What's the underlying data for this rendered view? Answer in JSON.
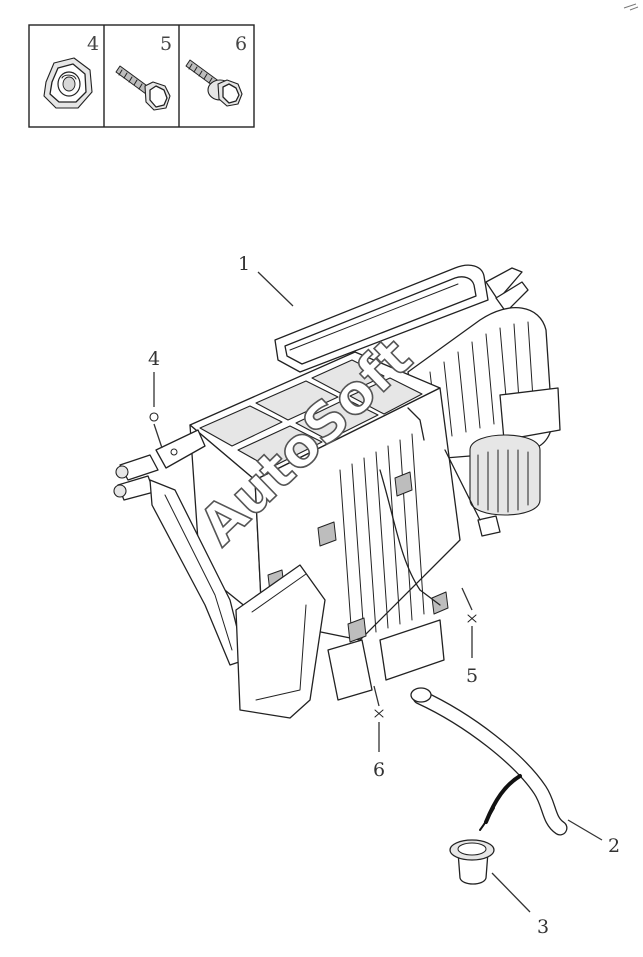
{
  "fastener_table": {
    "cells": [
      {
        "number": "4",
        "part": "hex-flange-nut"
      },
      {
        "number": "5",
        "part": "bolt"
      },
      {
        "number": "6",
        "part": "flange-bolt"
      }
    ]
  },
  "callouts": {
    "c1": "1",
    "c2": "2",
    "c3": "3",
    "c4": "4",
    "c5": "5",
    "c6": "6"
  },
  "watermark": "AutoSoft",
  "colors": {
    "line": "#222222",
    "background": "#ffffff",
    "shade": "#e6e6e6"
  }
}
